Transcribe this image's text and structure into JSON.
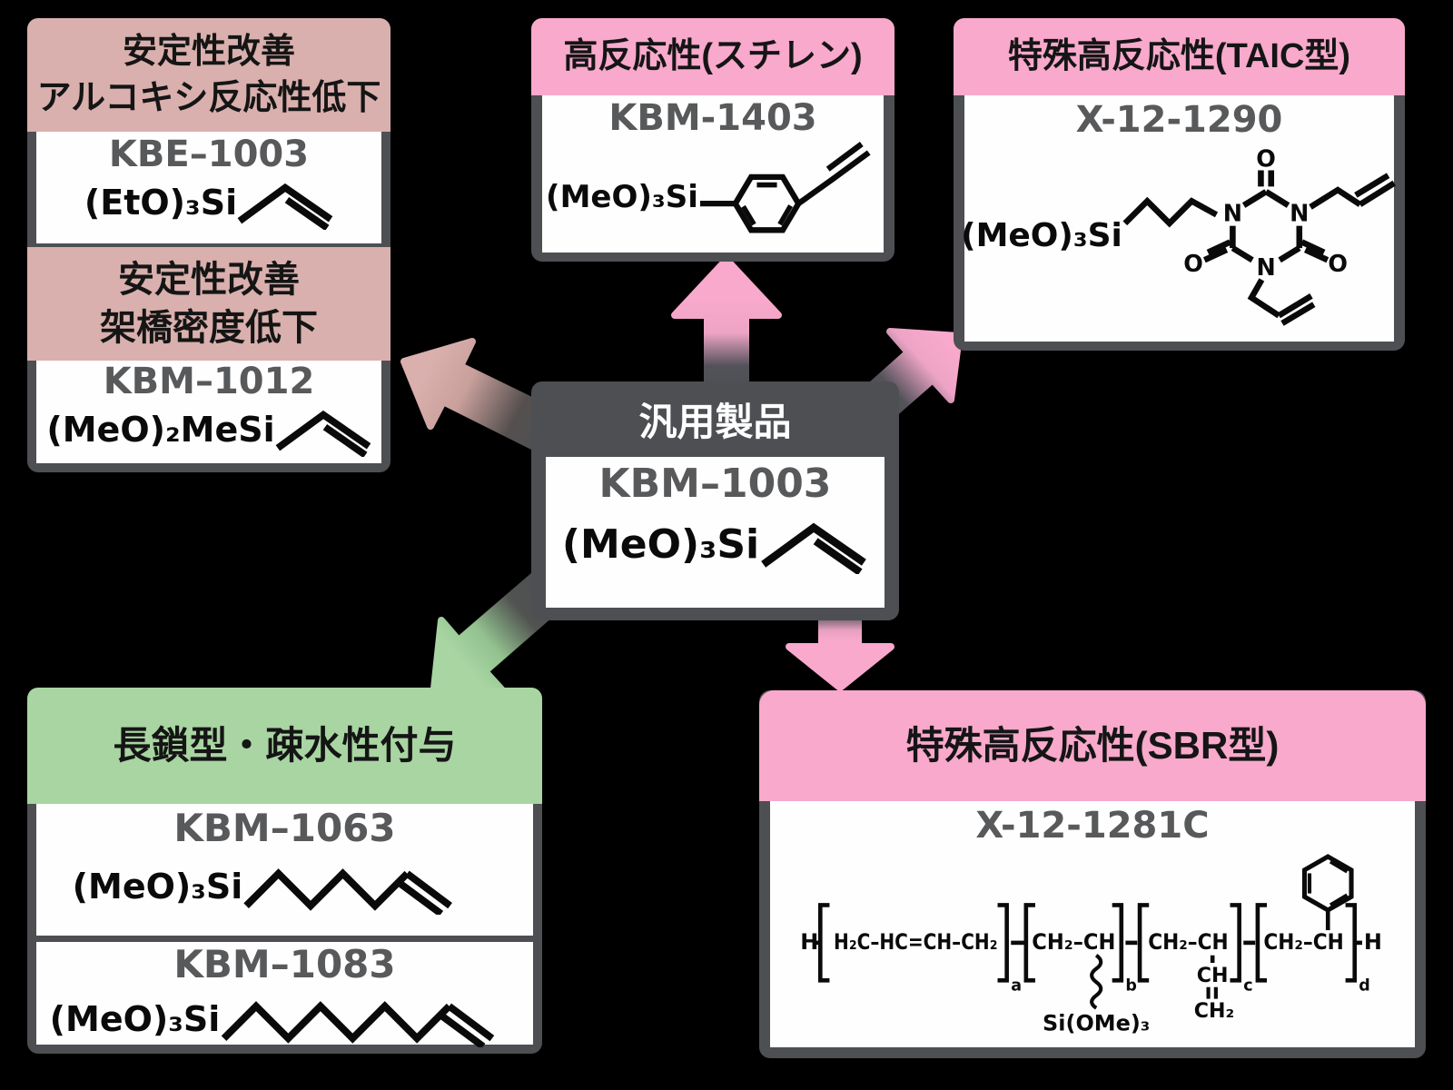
{
  "diagram": {
    "left": {
      "h1l1": "安定性改善",
      "h1l2": "アルコキシ反応性低下",
      "p1": "KBE–1003",
      "f1": "(EtO)₃Si",
      "h2l1": "安定性改善",
      "h2l2": "架橋密度低下",
      "p2": "KBM–1012",
      "f2": "(MeO)₂MeSi"
    },
    "styrene": {
      "header": "高反応性(スチレン)",
      "product": "KBM-1403",
      "si": "(MeO)₃Si"
    },
    "taic": {
      "header": "特殊高反応性(TAIC型)",
      "product": "X-12-1290",
      "si": "(MeO)₃Si",
      "n": "N",
      "o": "O"
    },
    "general": {
      "header": "汎用製品",
      "product": "KBM–1003",
      "si": "(MeO)₃Si"
    },
    "longchain": {
      "header": "長鎖型・疎水性付与",
      "p1": "KBM–1063",
      "f1": "(MeO)₃Si",
      "p2": "KBM–1083",
      "f2": "(MeO)₃Si"
    },
    "sbr": {
      "header": "特殊高反応性(SBR型)",
      "product": "X-12-1281C",
      "hl": "H",
      "ua": "H₂C–HC=CH–CH₂",
      "sa": "a",
      "ub": "CH₂–CH",
      "sb": "b",
      "uc": "CH₂–CH",
      "sc": "c",
      "ud": "CH₂–CH",
      "sd": "d",
      "hr": "H",
      "si": "Si(OMe)₃",
      "pc1": "CH",
      "pc2": "CH₂"
    }
  },
  "colors": {
    "pink": "#f8a9cc",
    "rose": "#d9b0ad",
    "green": "#a8d5a2",
    "dark": "#4d4f53",
    "gray_text": "#58595b"
  }
}
